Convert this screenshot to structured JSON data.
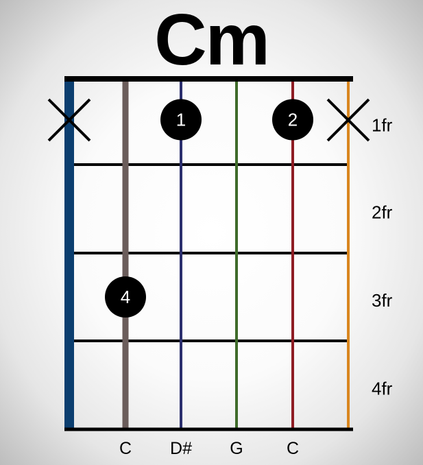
{
  "chord": {
    "name": "Cm"
  },
  "strings": [
    {
      "index": 0,
      "color": "#0b3e6f",
      "state": "muted",
      "note": ""
    },
    {
      "index": 1,
      "color": "#6b5d5b",
      "state": "fretted",
      "note": "C"
    },
    {
      "index": 2,
      "color": "#2b2f6e",
      "state": "fretted",
      "note": "D#"
    },
    {
      "index": 3,
      "color": "#3f6b2a",
      "state": "open",
      "note": "G"
    },
    {
      "index": 4,
      "color": "#8e1d24",
      "state": "fretted",
      "note": "C"
    },
    {
      "index": 5,
      "color": "#d9861f",
      "state": "muted",
      "note": ""
    }
  ],
  "frets": [
    "1fr",
    "2fr",
    "3fr",
    "4fr"
  ],
  "fingers": [
    {
      "string": 2,
      "fret": 1,
      "finger": "1"
    },
    {
      "string": 4,
      "fret": 1,
      "finger": "2"
    },
    {
      "string": 1,
      "fret": 3,
      "finger": "4"
    }
  ],
  "colors": {
    "dot": "#000000",
    "fret_line": "#000000",
    "mute_mark": "#000000"
  }
}
